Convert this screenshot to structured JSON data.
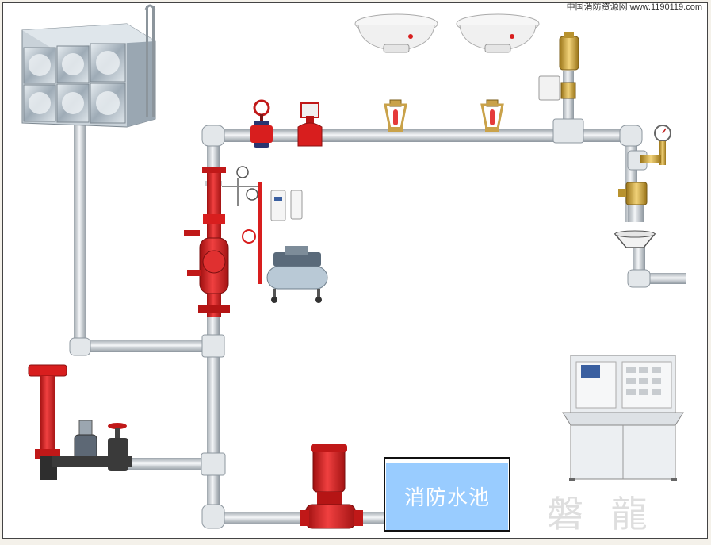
{
  "source_credit": "中国消防资源网 www.1190119.com",
  "labels": {
    "fire_pool": "消防水池",
    "watermark": "磐 龍"
  },
  "colors": {
    "pipe": "#d9dde1",
    "pipe_edge": "#9aa2aa",
    "valve_red": "#d81e1e",
    "pool_water": "#99ccff",
    "panel": "#e9ecef",
    "tank_steel": "#b8c3cc"
  },
  "icons": [
    "water-tank-icon",
    "smoke-detector-icon",
    "sprinkler-head-icon",
    "signal-valve-icon",
    "alarm-valve-icon",
    "air-compressor-icon",
    "fire-pump-icon",
    "pump-adapter-icon",
    "end-test-device-icon",
    "control-panel-icon",
    "pressure-gauge-icon"
  ]
}
